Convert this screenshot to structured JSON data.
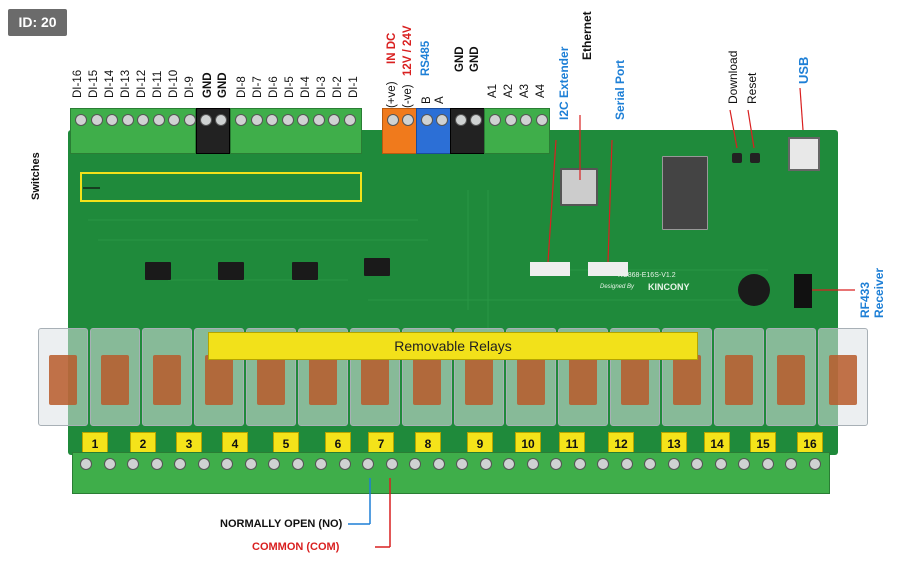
{
  "badge": "ID: 20",
  "di_labels": [
    "DI-16",
    "DI-15",
    "DI-14",
    "DI-13",
    "DI-12",
    "DI-11",
    "DI-10",
    "DI-9",
    "GND",
    "GND",
    "DI-8",
    "DI-7",
    "DI-6",
    "DI-5",
    "DI-4",
    "DI-3",
    "DI-2",
    "DI-1"
  ],
  "power": {
    "plus": "(+ve)",
    "minus": "(-ve)",
    "in_dc": "IN DC",
    "voltage": "12V / 24V"
  },
  "rs485": {
    "title": "RS485",
    "b": "B",
    "a": "A"
  },
  "gnd_pair": [
    "GND",
    "GND"
  ],
  "analog": [
    "A1",
    "A2",
    "A3",
    "A4"
  ],
  "i2c": "I2C Extender",
  "ethernet": "Ethernet",
  "serial": "Serial Port",
  "download": "Download",
  "reset": "Reset",
  "usb": "USB",
  "switches": "Switches",
  "rf433": "RF433\nReceiver",
  "board_text": "KC868-E16S-V1.2",
  "designed_by": "Designed By",
  "brand": "KINCONY",
  "relay_banner": "Removable Relays",
  "relay_numbers": [
    "1",
    "2",
    "3",
    "4",
    "5",
    "6",
    "7",
    "8",
    "9",
    "10",
    "11",
    "12",
    "13",
    "14",
    "15",
    "16"
  ],
  "no_label": "NORMALLY OPEN (NO)",
  "com_label": "COMMON (COM)",
  "colors": {
    "pcb": "#1f8a3b",
    "label_blue": "#1d7fd6",
    "label_red": "#d92020",
    "highlight_yellow": "#f2e11a"
  }
}
